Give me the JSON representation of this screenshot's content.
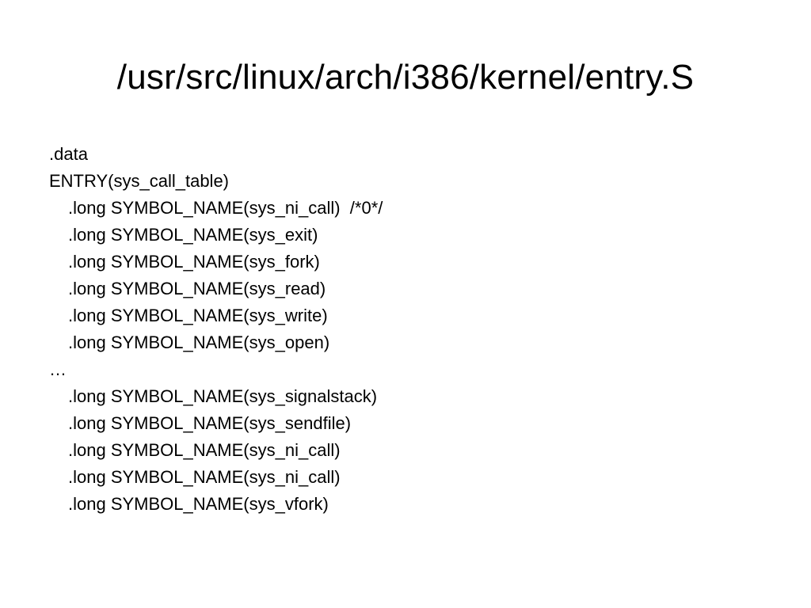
{
  "slide": {
    "title": "/usr/src/linux/arch/i386/kernel/entry.S",
    "lines": [
      {
        "text": ".data",
        "indent": false
      },
      {
        "text": "ENTRY(sys_call_table)",
        "indent": false
      },
      {
        "text": ".long SYMBOL_NAME(sys_ni_call)  /*0*/",
        "indent": true
      },
      {
        "text": ".long SYMBOL_NAME(sys_exit)",
        "indent": true
      },
      {
        "text": ".long SYMBOL_NAME(sys_fork)",
        "indent": true
      },
      {
        "text": ".long SYMBOL_NAME(sys_read)",
        "indent": true
      },
      {
        "text": ".long SYMBOL_NAME(sys_write)",
        "indent": true
      },
      {
        "text": ".long SYMBOL_NAME(sys_open)",
        "indent": true
      },
      {
        "text": "…",
        "indent": false
      },
      {
        "text": ".long SYMBOL_NAME(sys_signalstack)",
        "indent": true
      },
      {
        "text": ".long SYMBOL_NAME(sys_sendfile)",
        "indent": true
      },
      {
        "text": ".long SYMBOL_NAME(sys_ni_call)",
        "indent": true
      },
      {
        "text": ".long SYMBOL_NAME(sys_ni_call)",
        "indent": true
      },
      {
        "text": ".long SYMBOL_NAME(sys_vfork)",
        "indent": true
      }
    ]
  }
}
